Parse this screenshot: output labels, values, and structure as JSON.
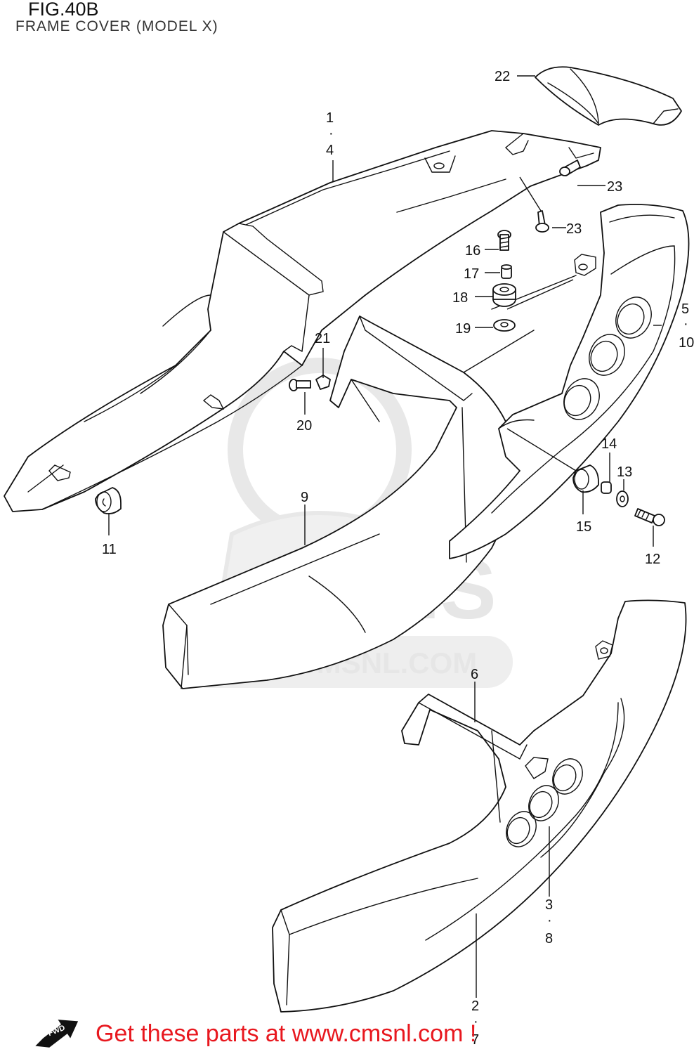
{
  "figure": {
    "title": "FIG.40B",
    "subtitle": "FRAME COVER (MODEL X)"
  },
  "callouts": [
    {
      "id": "c22",
      "text": "22"
    },
    {
      "id": "c1",
      "text": "1"
    },
    {
      "id": "c1dot",
      "text": "·"
    },
    {
      "id": "c4",
      "text": "4"
    },
    {
      "id": "c23a",
      "text": "23"
    },
    {
      "id": "c23b",
      "text": "23"
    },
    {
      "id": "c16",
      "text": "16"
    },
    {
      "id": "c17",
      "text": "17"
    },
    {
      "id": "c18",
      "text": "18"
    },
    {
      "id": "c19",
      "text": "19"
    },
    {
      "id": "c5",
      "text": "5"
    },
    {
      "id": "c5dot",
      "text": "·"
    },
    {
      "id": "c10",
      "text": "10"
    },
    {
      "id": "c21",
      "text": "21"
    },
    {
      "id": "c20",
      "text": "20"
    },
    {
      "id": "c14",
      "text": "14"
    },
    {
      "id": "c13",
      "text": "13"
    },
    {
      "id": "c9",
      "text": "9"
    },
    {
      "id": "c15",
      "text": "15"
    },
    {
      "id": "c11",
      "text": "11"
    },
    {
      "id": "c12",
      "text": "12"
    },
    {
      "id": "c6",
      "text": "6"
    },
    {
      "id": "c3",
      "text": "3"
    },
    {
      "id": "c3dot",
      "text": "·"
    },
    {
      "id": "c8",
      "text": "8"
    },
    {
      "id": "c2",
      "text": "2"
    },
    {
      "id": "c2dot",
      "text": "·"
    },
    {
      "id": "c7",
      "text": "7"
    }
  ],
  "watermark": {
    "brand": "CMS",
    "url": "WWW.CMSNL.COM"
  },
  "badge": {
    "label": "FWD"
  },
  "footer": {
    "text": "Get these parts at www.cmsnl.com !"
  },
  "colors": {
    "footer": "#e8171e",
    "lines": "#111111",
    "watermark": "#e6e6e6"
  }
}
